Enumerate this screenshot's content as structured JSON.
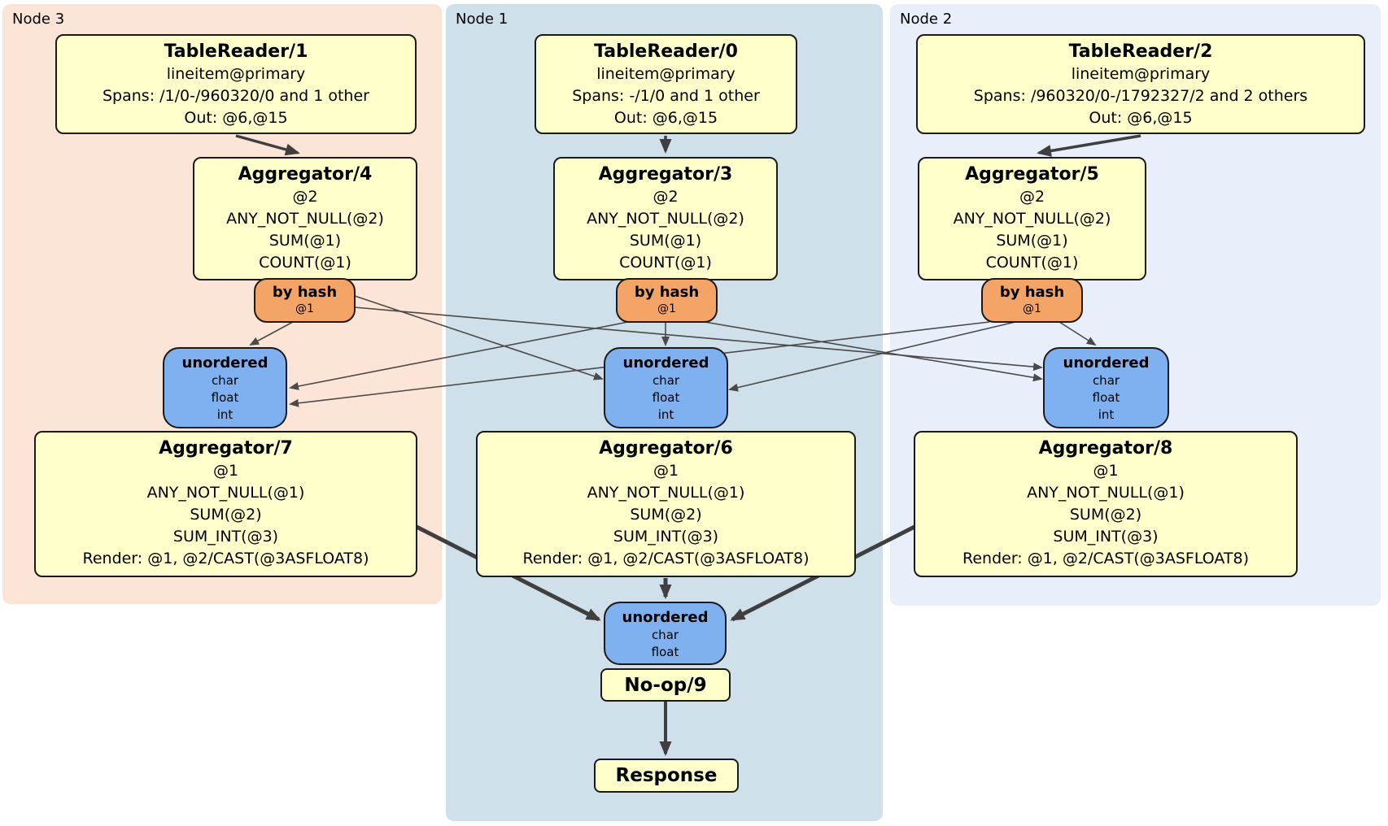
{
  "colors": {
    "node3_bg": "#fce4d6",
    "node1_bg": "#cfe0ea",
    "node2_bg": "#e9effa",
    "processor_box_bg": "#ffffcc",
    "hash_router_bg": "#f5a468",
    "sync_box_bg": "#7fb1f0",
    "edge_color": "#4a4a4a"
  },
  "node3": {
    "label": "Node 3",
    "table_reader": {
      "title": "TableReader/1",
      "lines": [
        "lineitem@primary",
        "Spans: /1/0-/960320/0 and 1 other",
        "Out: @6,@15"
      ]
    },
    "aggregator_top": {
      "title": "Aggregator/4",
      "lines": [
        "@2",
        "ANY_NOT_NULL(@2)",
        "SUM(@1)",
        "COUNT(@1)"
      ]
    },
    "router": {
      "title": "by hash",
      "sub": "@1"
    },
    "sync": {
      "title": "unordered",
      "lines": [
        "char",
        "float",
        "int"
      ]
    },
    "aggregator_bottom": {
      "title": "Aggregator/7",
      "lines": [
        "@1",
        "ANY_NOT_NULL(@1)",
        "SUM(@2)",
        "SUM_INT(@3)",
        "Render: @1, @2/CAST(@3ASFLOAT8)"
      ]
    }
  },
  "node1": {
    "label": "Node 1",
    "table_reader": {
      "title": "TableReader/0",
      "lines": [
        "lineitem@primary",
        "Spans: -/1/0 and 1 other",
        "Out: @6,@15"
      ]
    },
    "aggregator_top": {
      "title": "Aggregator/3",
      "lines": [
        "@2",
        "ANY_NOT_NULL(@2)",
        "SUM(@1)",
        "COUNT(@1)"
      ]
    },
    "router": {
      "title": "by hash",
      "sub": "@1"
    },
    "sync": {
      "title": "unordered",
      "lines": [
        "char",
        "float",
        "int"
      ]
    },
    "aggregator_bottom": {
      "title": "Aggregator/6",
      "lines": [
        "@1",
        "ANY_NOT_NULL(@1)",
        "SUM(@2)",
        "SUM_INT(@3)",
        "Render: @1, @2/CAST(@3ASFLOAT8)"
      ]
    }
  },
  "node2": {
    "label": "Node 2",
    "table_reader": {
      "title": "TableReader/2",
      "lines": [
        "lineitem@primary",
        "Spans: /960320/0-/1792327/2 and 2 others",
        "Out: @6,@15"
      ]
    },
    "aggregator_top": {
      "title": "Aggregator/5",
      "lines": [
        "@2",
        "ANY_NOT_NULL(@2)",
        "SUM(@1)",
        "COUNT(@1)"
      ]
    },
    "router": {
      "title": "by hash",
      "sub": "@1"
    },
    "sync": {
      "title": "unordered",
      "lines": [
        "char",
        "float",
        "int"
      ]
    },
    "aggregator_bottom": {
      "title": "Aggregator/8",
      "lines": [
        "@1",
        "ANY_NOT_NULL(@1)",
        "SUM(@2)",
        "SUM_INT(@3)",
        "Render: @1, @2/CAST(@3ASFLOAT8)"
      ]
    }
  },
  "final": {
    "sync": {
      "title": "unordered",
      "lines": [
        "char",
        "float"
      ]
    },
    "noop_label": "No-op/9",
    "response_label": "Response"
  },
  "edges": [
    {
      "from": "TableReader/1",
      "to": "Aggregator/4"
    },
    {
      "from": "TableReader/0",
      "to": "Aggregator/3"
    },
    {
      "from": "TableReader/2",
      "to": "Aggregator/5"
    },
    {
      "from": "by hash (Node 3)",
      "to": "unordered (Node 3)"
    },
    {
      "from": "by hash (Node 3)",
      "to": "unordered (Node 1)"
    },
    {
      "from": "by hash (Node 3)",
      "to": "unordered (Node 2)"
    },
    {
      "from": "by hash (Node 1)",
      "to": "unordered (Node 3)"
    },
    {
      "from": "by hash (Node 1)",
      "to": "unordered (Node 1)"
    },
    {
      "from": "by hash (Node 1)",
      "to": "unordered (Node 2)"
    },
    {
      "from": "by hash (Node 2)",
      "to": "unordered (Node 3)"
    },
    {
      "from": "by hash (Node 2)",
      "to": "unordered (Node 1)"
    },
    {
      "from": "by hash (Node 2)",
      "to": "unordered (Node 2)"
    },
    {
      "from": "Aggregator/7",
      "to": "unordered (final)"
    },
    {
      "from": "Aggregator/6",
      "to": "unordered (final)"
    },
    {
      "from": "Aggregator/8",
      "to": "unordered (final)"
    },
    {
      "from": "No-op/9",
      "to": "Response"
    }
  ]
}
